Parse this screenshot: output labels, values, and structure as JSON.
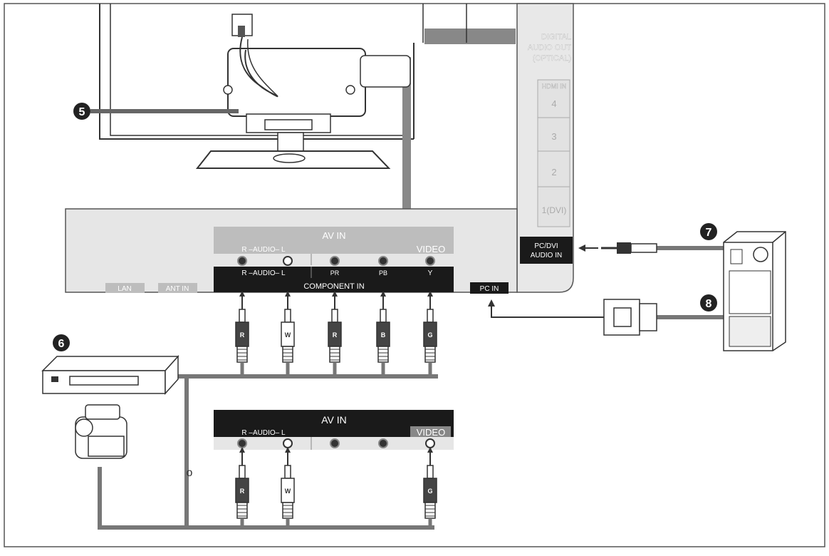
{
  "callouts": {
    "c5": "5",
    "c6": "6",
    "c7": "7",
    "c8": "8"
  },
  "side_panel": {
    "digital_audio_out": [
      "DIGITAL",
      "AUDIO OUT",
      "(OPTICAL)"
    ],
    "hdmi_in": "HDMI IN",
    "hdmi_ports": [
      "4",
      "3",
      "2",
      "1(DVI)"
    ]
  },
  "rear_panel": {
    "lan": "LAN",
    "ant_in": "ANT IN",
    "av_in_title": "AV IN",
    "av_audio_label": "R –AUDIO– L",
    "video_label": "VIDEO",
    "component_labels": [
      "R –AUDIO– L",
      "PR",
      "PB",
      "Y"
    ],
    "component_in": "COMPONENT IN",
    "pc_dvi_audio_in": [
      "PC/DVI",
      "AUDIO IN"
    ],
    "pc_in": "PC IN"
  },
  "component_plugs": [
    "R",
    "W",
    "R",
    "B",
    "G"
  ],
  "av_panel": {
    "title": "AV IN",
    "audio_label": "R –AUDIO– L",
    "video_label": "VIDEO"
  },
  "av_plugs": [
    "R",
    "W",
    "G"
  ],
  "or_label": "o",
  "colors": {
    "line": "#333333",
    "cable": "#7a7a7a",
    "panel_fill": "#e6e6e6",
    "label_bar": "#1a1a1a",
    "label_gray": "#bdbdbd"
  }
}
